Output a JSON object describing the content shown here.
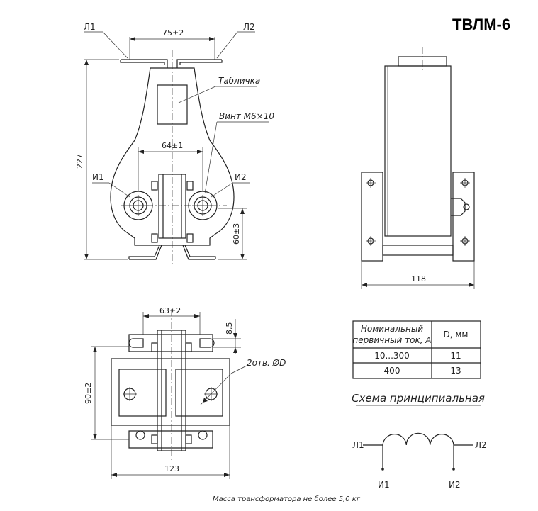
{
  "title": "ТВЛМ-6",
  "front_view": {
    "dim_width": "75±2",
    "dim_height": "227",
    "dim_holes": "64±1",
    "dim_bottom": "60±3",
    "label_l1": "Л1",
    "label_l2": "Л2",
    "label_i1": "И1",
    "label_i2": "И2",
    "label_plate": "Табличка",
    "label_screw": "Винт М6×10"
  },
  "side_view": {
    "dim_width": "118"
  },
  "bottom_view": {
    "dim_width": "63±2",
    "dim_depth": "90±2",
    "dim_total": "123",
    "dim_slot": "8,5",
    "label_holes": "2отв. ØD"
  },
  "table": {
    "header_current_line1": "Номинальный",
    "header_current_line2": "первичный ток, А",
    "header_d": "D, мм",
    "rows": [
      {
        "current": "10...300",
        "d": "11"
      },
      {
        "current": "400",
        "d": "13"
      }
    ]
  },
  "schema": {
    "title": "Схема принципиальная",
    "l1": "Л1",
    "l2": "Л2",
    "i1": "И1",
    "i2": "И2"
  },
  "mass_note": "Масса трансформатора не более 5,0 кг"
}
